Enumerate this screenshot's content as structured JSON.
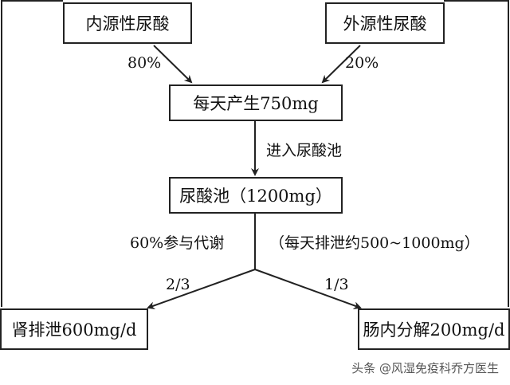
{
  "nodes": {
    "endogenous": "内源性尿酸",
    "exogenous": "外源性尿酸",
    "daily": "每天产生750mg",
    "pool": "尿酸池（1200mg）",
    "kidney": "肾排泄600mg/d",
    "intestine": "肠内分解200mg/d"
  },
  "labels": {
    "endo_pct": "80%",
    "exo_pct": "20%",
    "enter_pool": "进入尿酸池",
    "metabolism": "60%参与代谢",
    "daily_excretion": "（每天排泄约500~1000mg）",
    "kidney_frac": "2/3",
    "intestine_frac": "1/3"
  },
  "watermark": "头条 @风湿免疫科乔方医生",
  "colors": {
    "line": "#222222",
    "text": "#111111"
  }
}
